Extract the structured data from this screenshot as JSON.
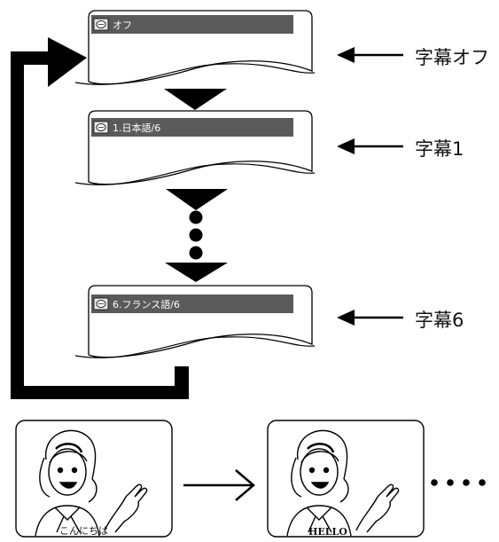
{
  "osd_screens": [
    {
      "bar_text": "オフ",
      "label": "字幕オフ"
    },
    {
      "bar_text": "1.日本語/6",
      "label": "字幕1"
    },
    {
      "bar_text": "6.フランス語/6",
      "label": "字幕6"
    }
  ],
  "examples": [
    {
      "caption": "こんにちは"
    },
    {
      "caption": "HELLO"
    }
  ],
  "icons": {
    "screen_icon": "subtitle-icon",
    "loop_arrow": "loop-arrow",
    "step_arrow": "down-triangle-icon",
    "label_arrow": "left-arrow-icon",
    "transition_arrow": "right-arrow-icon",
    "continuation": "dots-icon"
  }
}
